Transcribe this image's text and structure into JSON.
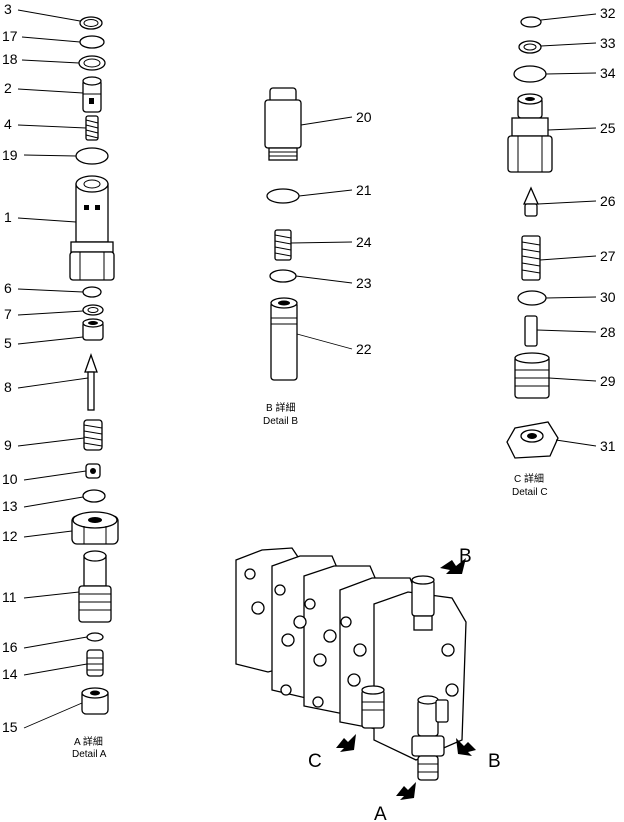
{
  "callouts": {
    "n1": "1",
    "n2": "2",
    "n3": "3",
    "n4": "4",
    "n5": "5",
    "n6": "6",
    "n7": "7",
    "n8": "8",
    "n9": "9",
    "n10": "10",
    "n11": "11",
    "n12": "12",
    "n13": "13",
    "n14": "14",
    "n15": "15",
    "n16": "16",
    "n17": "17",
    "n18": "18",
    "n19": "19",
    "n20": "20",
    "n21": "21",
    "n22": "22",
    "n23": "23",
    "n24": "24",
    "n25": "25",
    "n26": "26",
    "n27": "27",
    "n28": "28",
    "n29": "29",
    "n30": "30",
    "n31": "31",
    "n32": "32",
    "n33": "33",
    "n34": "34"
  },
  "details": {
    "a": {
      "jp": "A 詳細",
      "en": "Detail A"
    },
    "b": {
      "jp": "B 詳細",
      "en": "Detail B"
    },
    "c": {
      "jp": "C 詳細",
      "en": "Detail C"
    }
  },
  "view_labels": {
    "a": "A",
    "b_top": "B",
    "b_side": "B",
    "c": "C"
  }
}
